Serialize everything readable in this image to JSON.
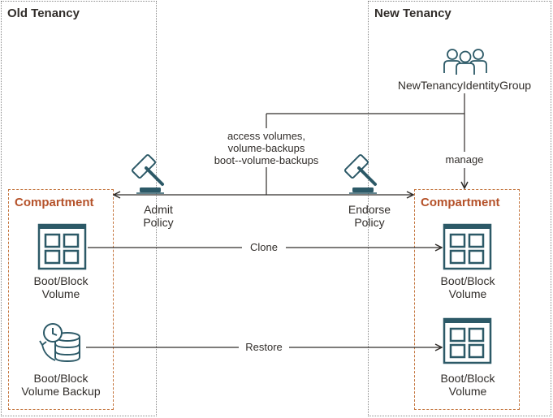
{
  "old_tenancy": {
    "title": "Old Tenancy",
    "compartment_title": "Compartment",
    "volume_label": [
      "Boot/Block",
      "Volume"
    ],
    "backup_label": [
      "Boot/Block",
      "Volume Backup"
    ]
  },
  "new_tenancy": {
    "title": "New Tenancy",
    "group_label": "NewTenancyIdentityGroup",
    "compartment_title": "Compartment",
    "volume1_label": [
      "Boot/Block",
      "Volume"
    ],
    "volume2_label": [
      "Boot/Block",
      "Volume"
    ]
  },
  "policies": {
    "admit": [
      "Admit",
      "Policy"
    ],
    "endorse": [
      "Endorse",
      "Policy"
    ],
    "permissions": [
      "access volumes,",
      "volume-backups",
      "boot--volume-backups"
    ],
    "manage": "manage"
  },
  "flows": {
    "clone": "Clone",
    "restore": "Restore"
  },
  "colors": {
    "teal": "#2c5967",
    "orange": "#b5522a",
    "line": "#312d2a"
  }
}
